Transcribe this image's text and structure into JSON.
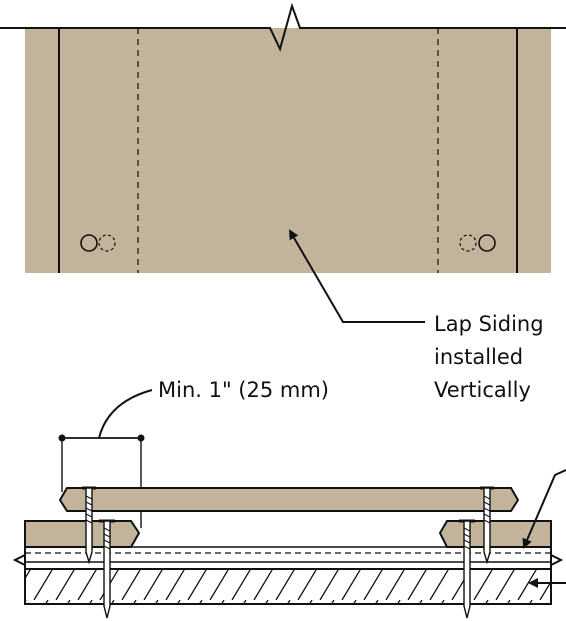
{
  "diagram": {
    "callout_siding": {
      "line1": "Lap Siding",
      "line2": "installed",
      "line3": "Vertically"
    },
    "dimension_label": "Min. 1\" (25 mm)",
    "colors": {
      "siding": "#c2b49b",
      "line": "#111111",
      "background": "#ffffff"
    },
    "icons": [
      "break-line",
      "nail",
      "fastener-hole",
      "arrow",
      "hatch-pattern"
    ]
  }
}
